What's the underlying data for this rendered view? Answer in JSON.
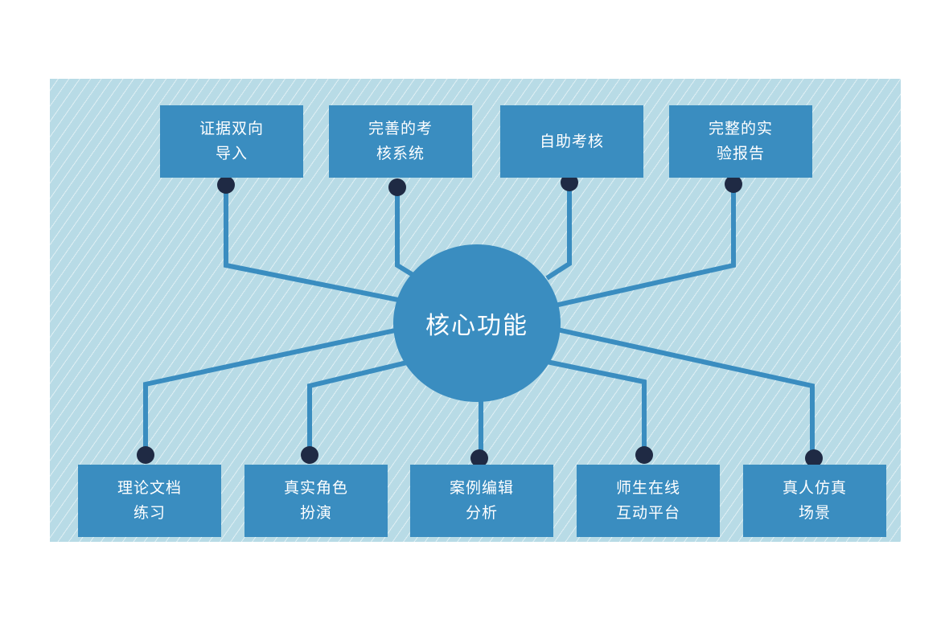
{
  "diagram": {
    "center": {
      "label": "核心功能"
    },
    "top_nodes": [
      {
        "label": "证据双向\n导入"
      },
      {
        "label": "完善的考\n核系统"
      },
      {
        "label": "自助考核"
      },
      {
        "label": "完整的实\n验报告"
      }
    ],
    "bottom_nodes": [
      {
        "label": "理论文档\n练习"
      },
      {
        "label": "真实角色\n扮演"
      },
      {
        "label": "案例编辑\n分析"
      },
      {
        "label": "师生在线\n互动平台"
      },
      {
        "label": "真人仿真\n场景"
      }
    ],
    "colors": {
      "background": "#b8dbe6",
      "node_fill": "#3a8dc0",
      "connector": "#3a8dc0",
      "dot": "#1f2a44",
      "text": "#ffffff"
    }
  }
}
